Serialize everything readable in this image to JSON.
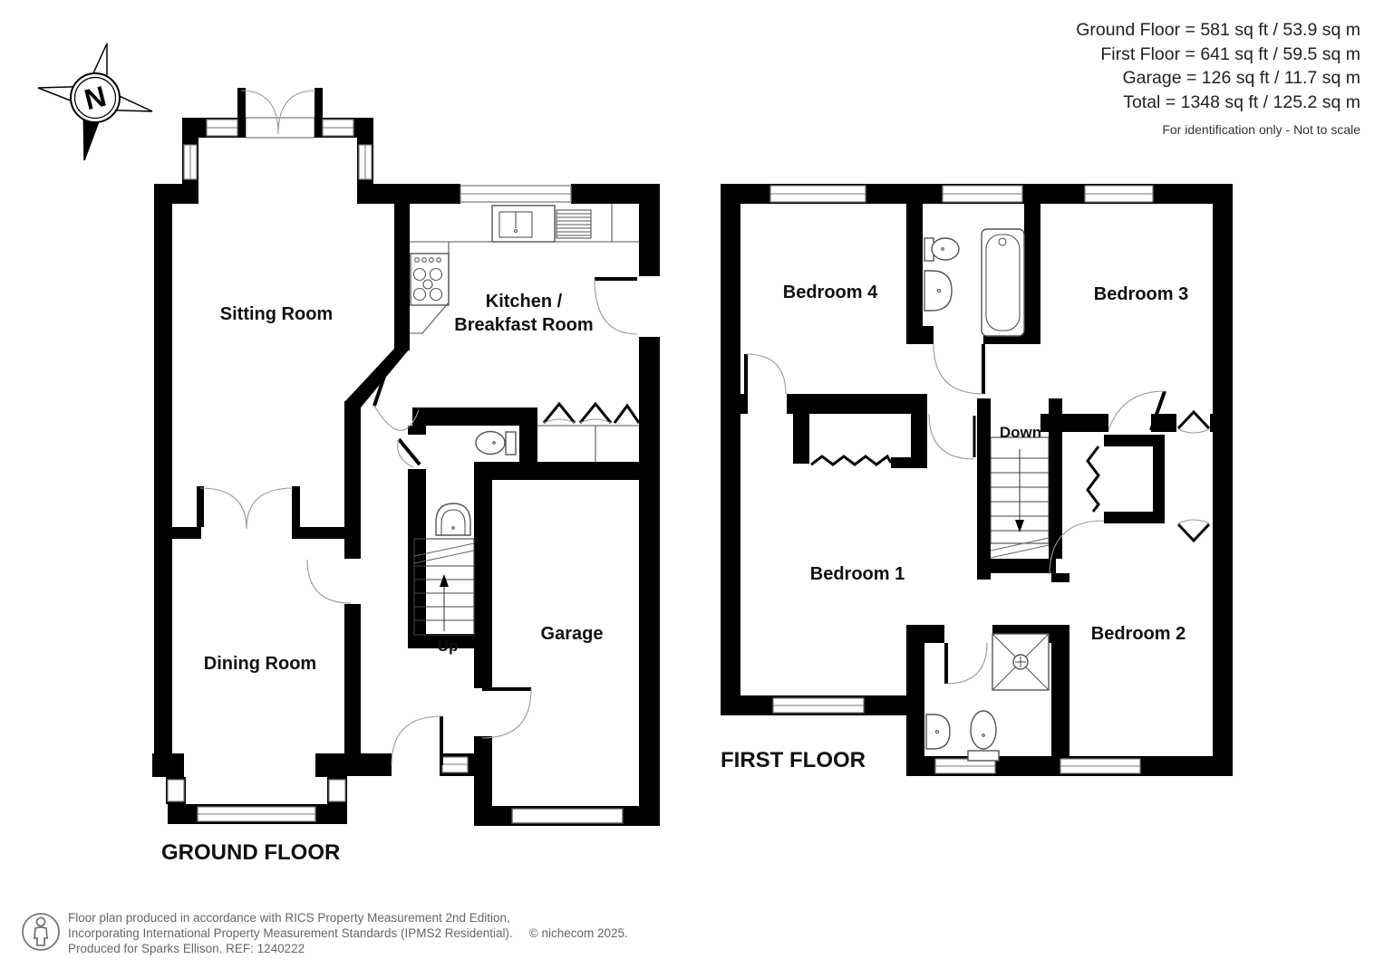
{
  "header": {
    "area_lines": [
      "Ground Floor = 581 sq ft / 53.9 sq m",
      "First Floor = 641 sq ft / 59.5 sq m",
      "Garage = 126 sq ft / 11.7 sq m",
      "Total = 1348 sq ft / 125.2 sq m"
    ],
    "disclaimer": "For identification only - Not to scale"
  },
  "compass": {
    "north_label": "N"
  },
  "ground_floor": {
    "title": "GROUND FLOOR",
    "rooms": {
      "sitting_room": "Sitting Room",
      "kitchen_line1": "Kitchen /",
      "kitchen_line2": "Breakfast Room",
      "dining_room": "Dining Room",
      "garage": "Garage"
    },
    "stairs_label": "Up"
  },
  "first_floor": {
    "title": "FIRST FLOOR",
    "rooms": {
      "bedroom1": "Bedroom 1",
      "bedroom2": "Bedroom 2",
      "bedroom3": "Bedroom 3",
      "bedroom4": "Bedroom 4"
    },
    "stairs_label": "Down"
  },
  "footer": {
    "line1": "Floor plan produced in accordance with RICS Property Measurement 2nd Edition,",
    "line2": "Incorporating International Property Measurement Standards (IPMS2 Residential).",
    "copyright": "© nichecom 2025.",
    "line3": "Produced for Sparks Ellison.   REF: 1240222"
  }
}
